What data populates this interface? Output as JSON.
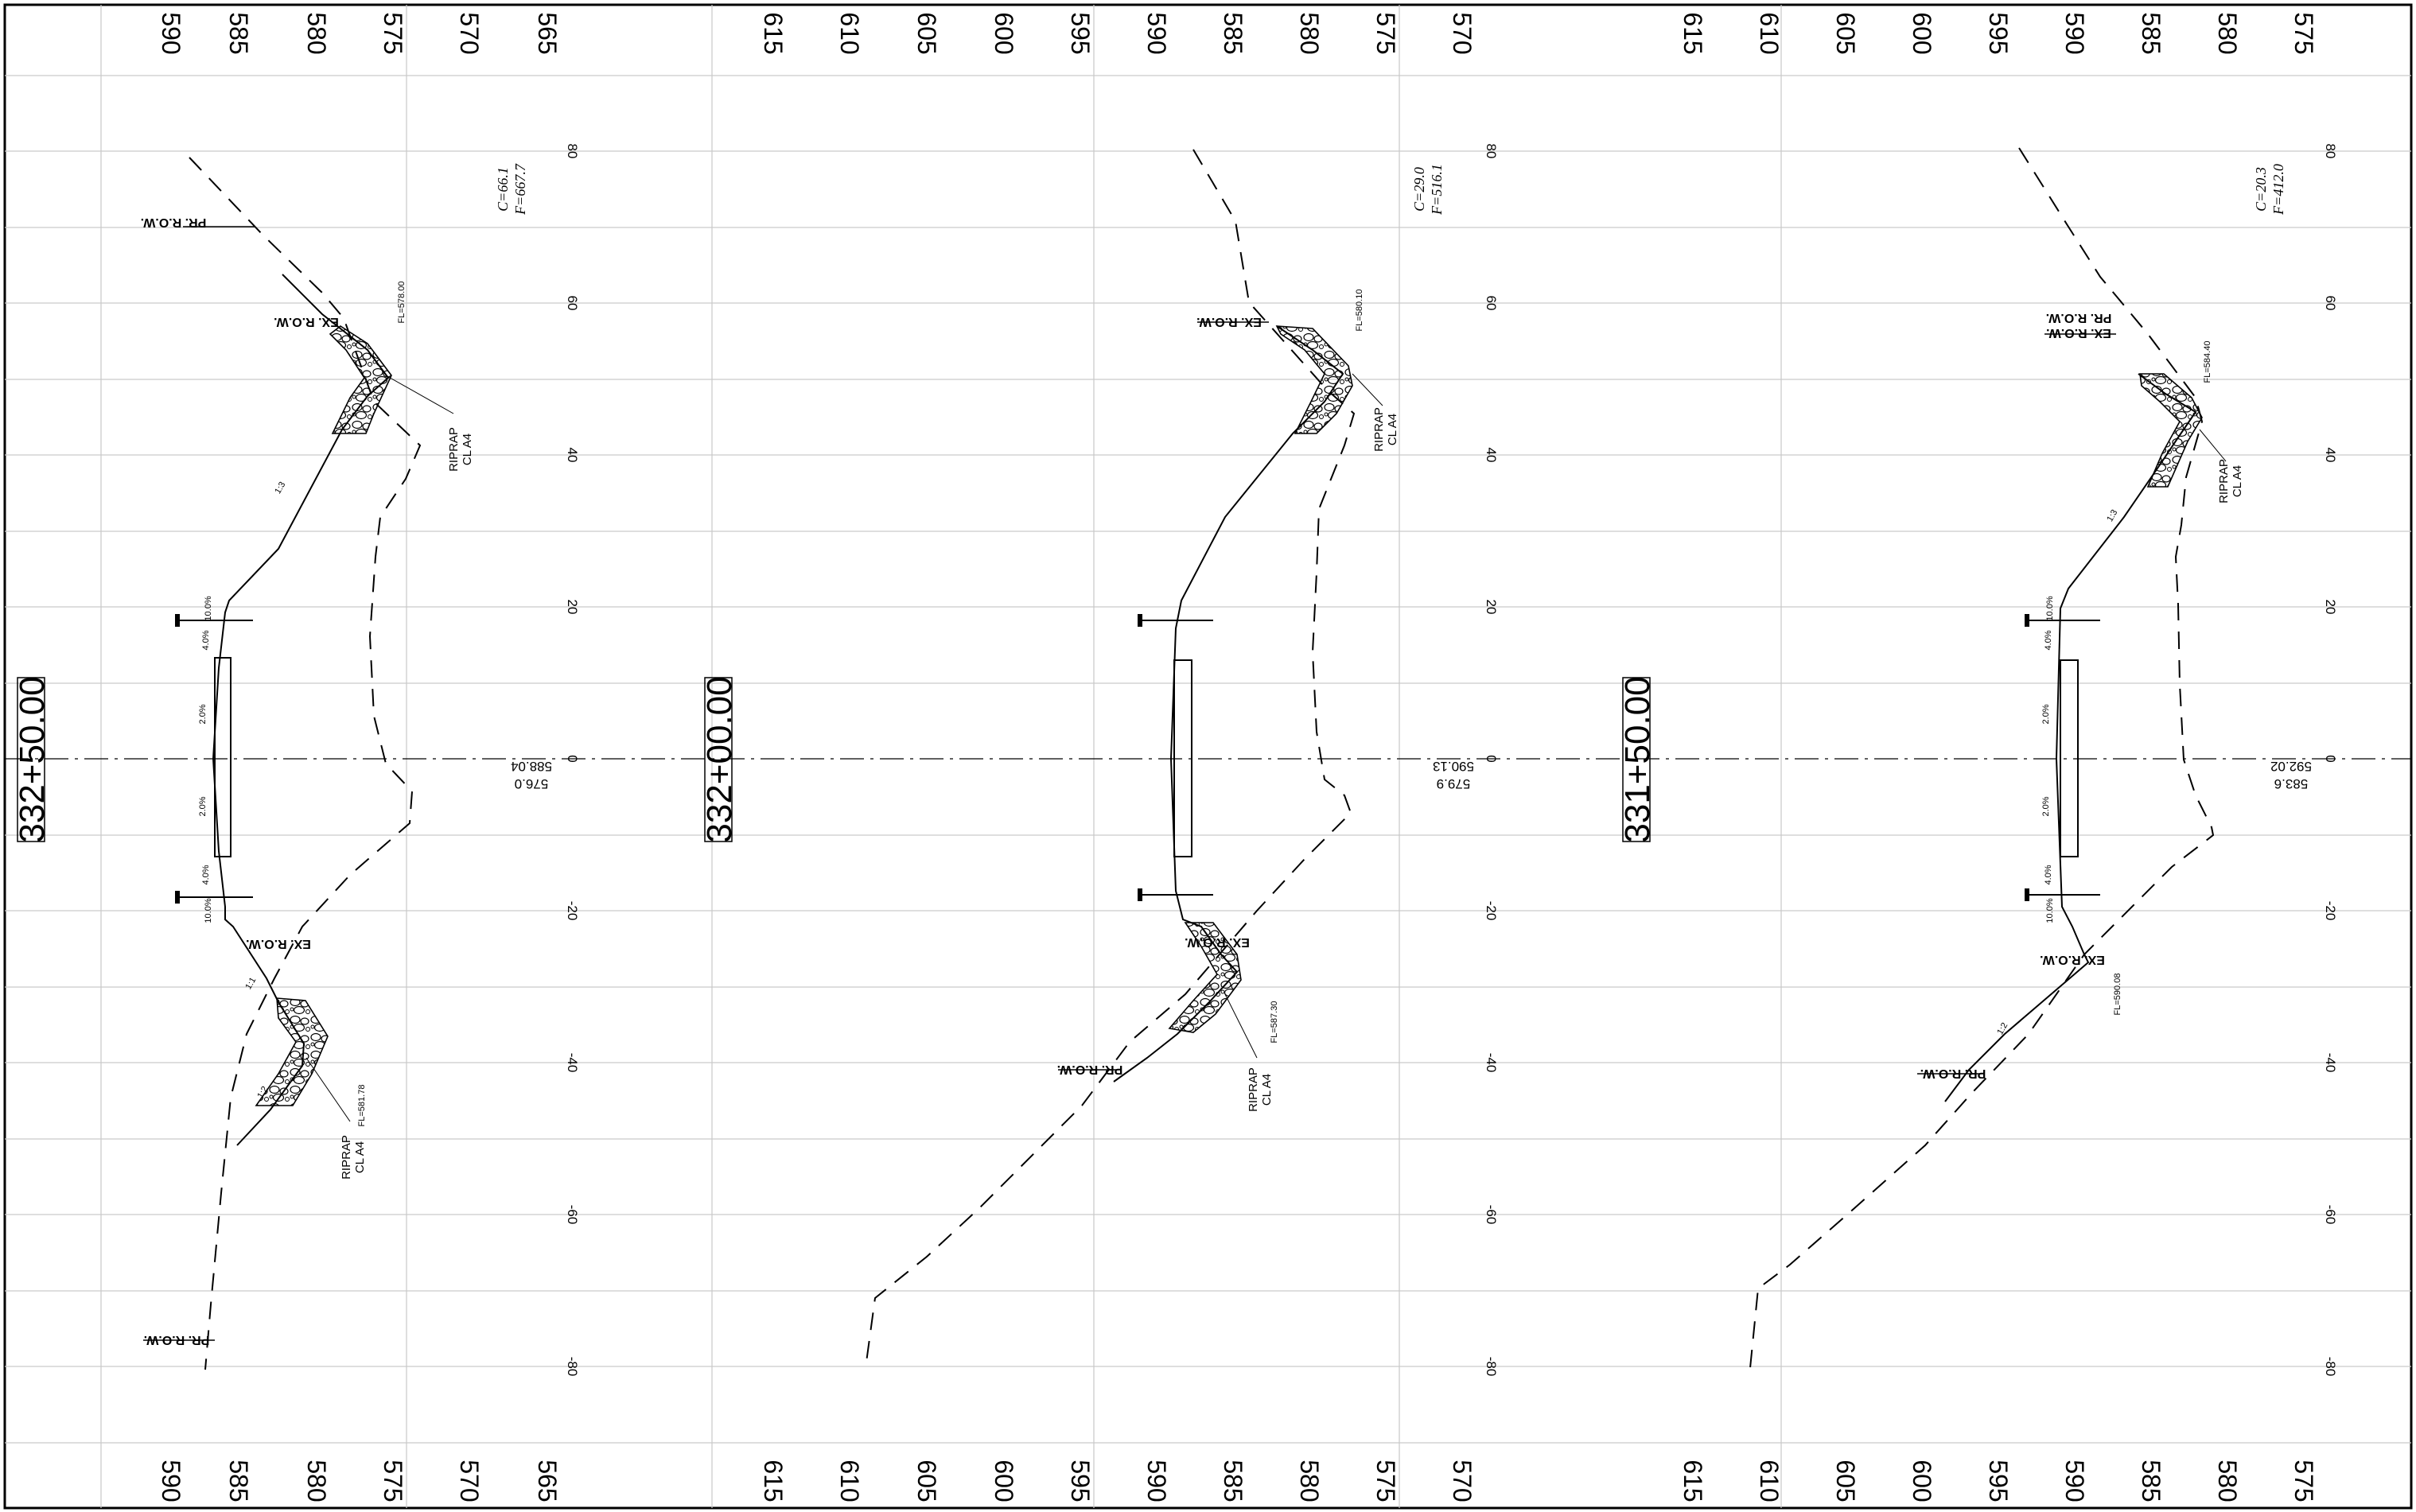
{
  "sheet": {
    "panels": [
      {
        "station": "332+50.00",
        "elevations": [
          "590",
          "585",
          "580",
          "575",
          "570",
          "565"
        ],
        "offsets": [
          "80",
          "60",
          "40",
          "20",
          "0",
          "-20",
          "-40",
          "-60",
          "-80"
        ],
        "cl_elev_proposed": "588.04",
        "cl_elev_existing": "576.0",
        "cut": "C=66.1",
        "fill": "F=667.7",
        "riprap_label": "RIPRAP",
        "riprap_class": "CL A4",
        "fl_right": "FL=578.00",
        "fl_left": "FL=581.78",
        "pr_row_right": "PR. R.O.W.",
        "ex_row_right": "EX. R.O.W.",
        "ex_row_left": "EX. R.O.W.",
        "pr_row_left": "PR. R.O.W.",
        "slope_a": "1:3",
        "slope_b": "1:1",
        "slope_c": "1:2",
        "xs_10pct": "10.0%",
        "xs_4pct": "4.0%",
        "xs_2pct": "2.0%"
      },
      {
        "station": "332+00.00",
        "elevations": [
          "615",
          "610",
          "605",
          "600",
          "595",
          "590",
          "585",
          "580",
          "575",
          "570"
        ],
        "offsets": [
          "80",
          "60",
          "40",
          "20",
          "0",
          "-20",
          "-40",
          "-60",
          "-80"
        ],
        "cl_elev_proposed": "590.13",
        "cl_elev_existing": "579.9",
        "cut": "C=29.0",
        "fill": "F=516.1",
        "riprap_label": "RIPRAP",
        "riprap_class": "CL A4",
        "fl_right": "FL=580.10",
        "fl_left": "FL=587.30",
        "ex_row_right": "EX. R.O.W.",
        "ex_row_left": "EX. R.O.W.",
        "pr_row_left": "PR. R.O.W."
      },
      {
        "station": "331+50.00",
        "elevations": [
          "615",
          "610",
          "605",
          "600",
          "595",
          "590",
          "585",
          "580",
          "575"
        ],
        "offsets": [
          "80",
          "60",
          "40",
          "20",
          "0",
          "-20",
          "-40",
          "-60",
          "-80"
        ],
        "cl_elev_proposed": "592.02",
        "cl_elev_existing": "583.6",
        "cut": "C=20.3",
        "fill": "F=412.0",
        "riprap_label": "RIPRAP",
        "riprap_class": "CL A4",
        "fl_right": "FL=584.40",
        "fl_left": "FL=590.08",
        "pr_row_right": "PR. R.O.W.",
        "ex_row_right": "EX. R.O.W.",
        "ex_row_left": "EX. R.O.W.",
        "pr_row_left": "PR. R.O.W.",
        "slope_a": "1:3",
        "slope_c": "1:2",
        "xs_10pct": "10.0%",
        "xs_4pct": "4.0%",
        "xs_2pct": "2.0%"
      }
    ]
  }
}
